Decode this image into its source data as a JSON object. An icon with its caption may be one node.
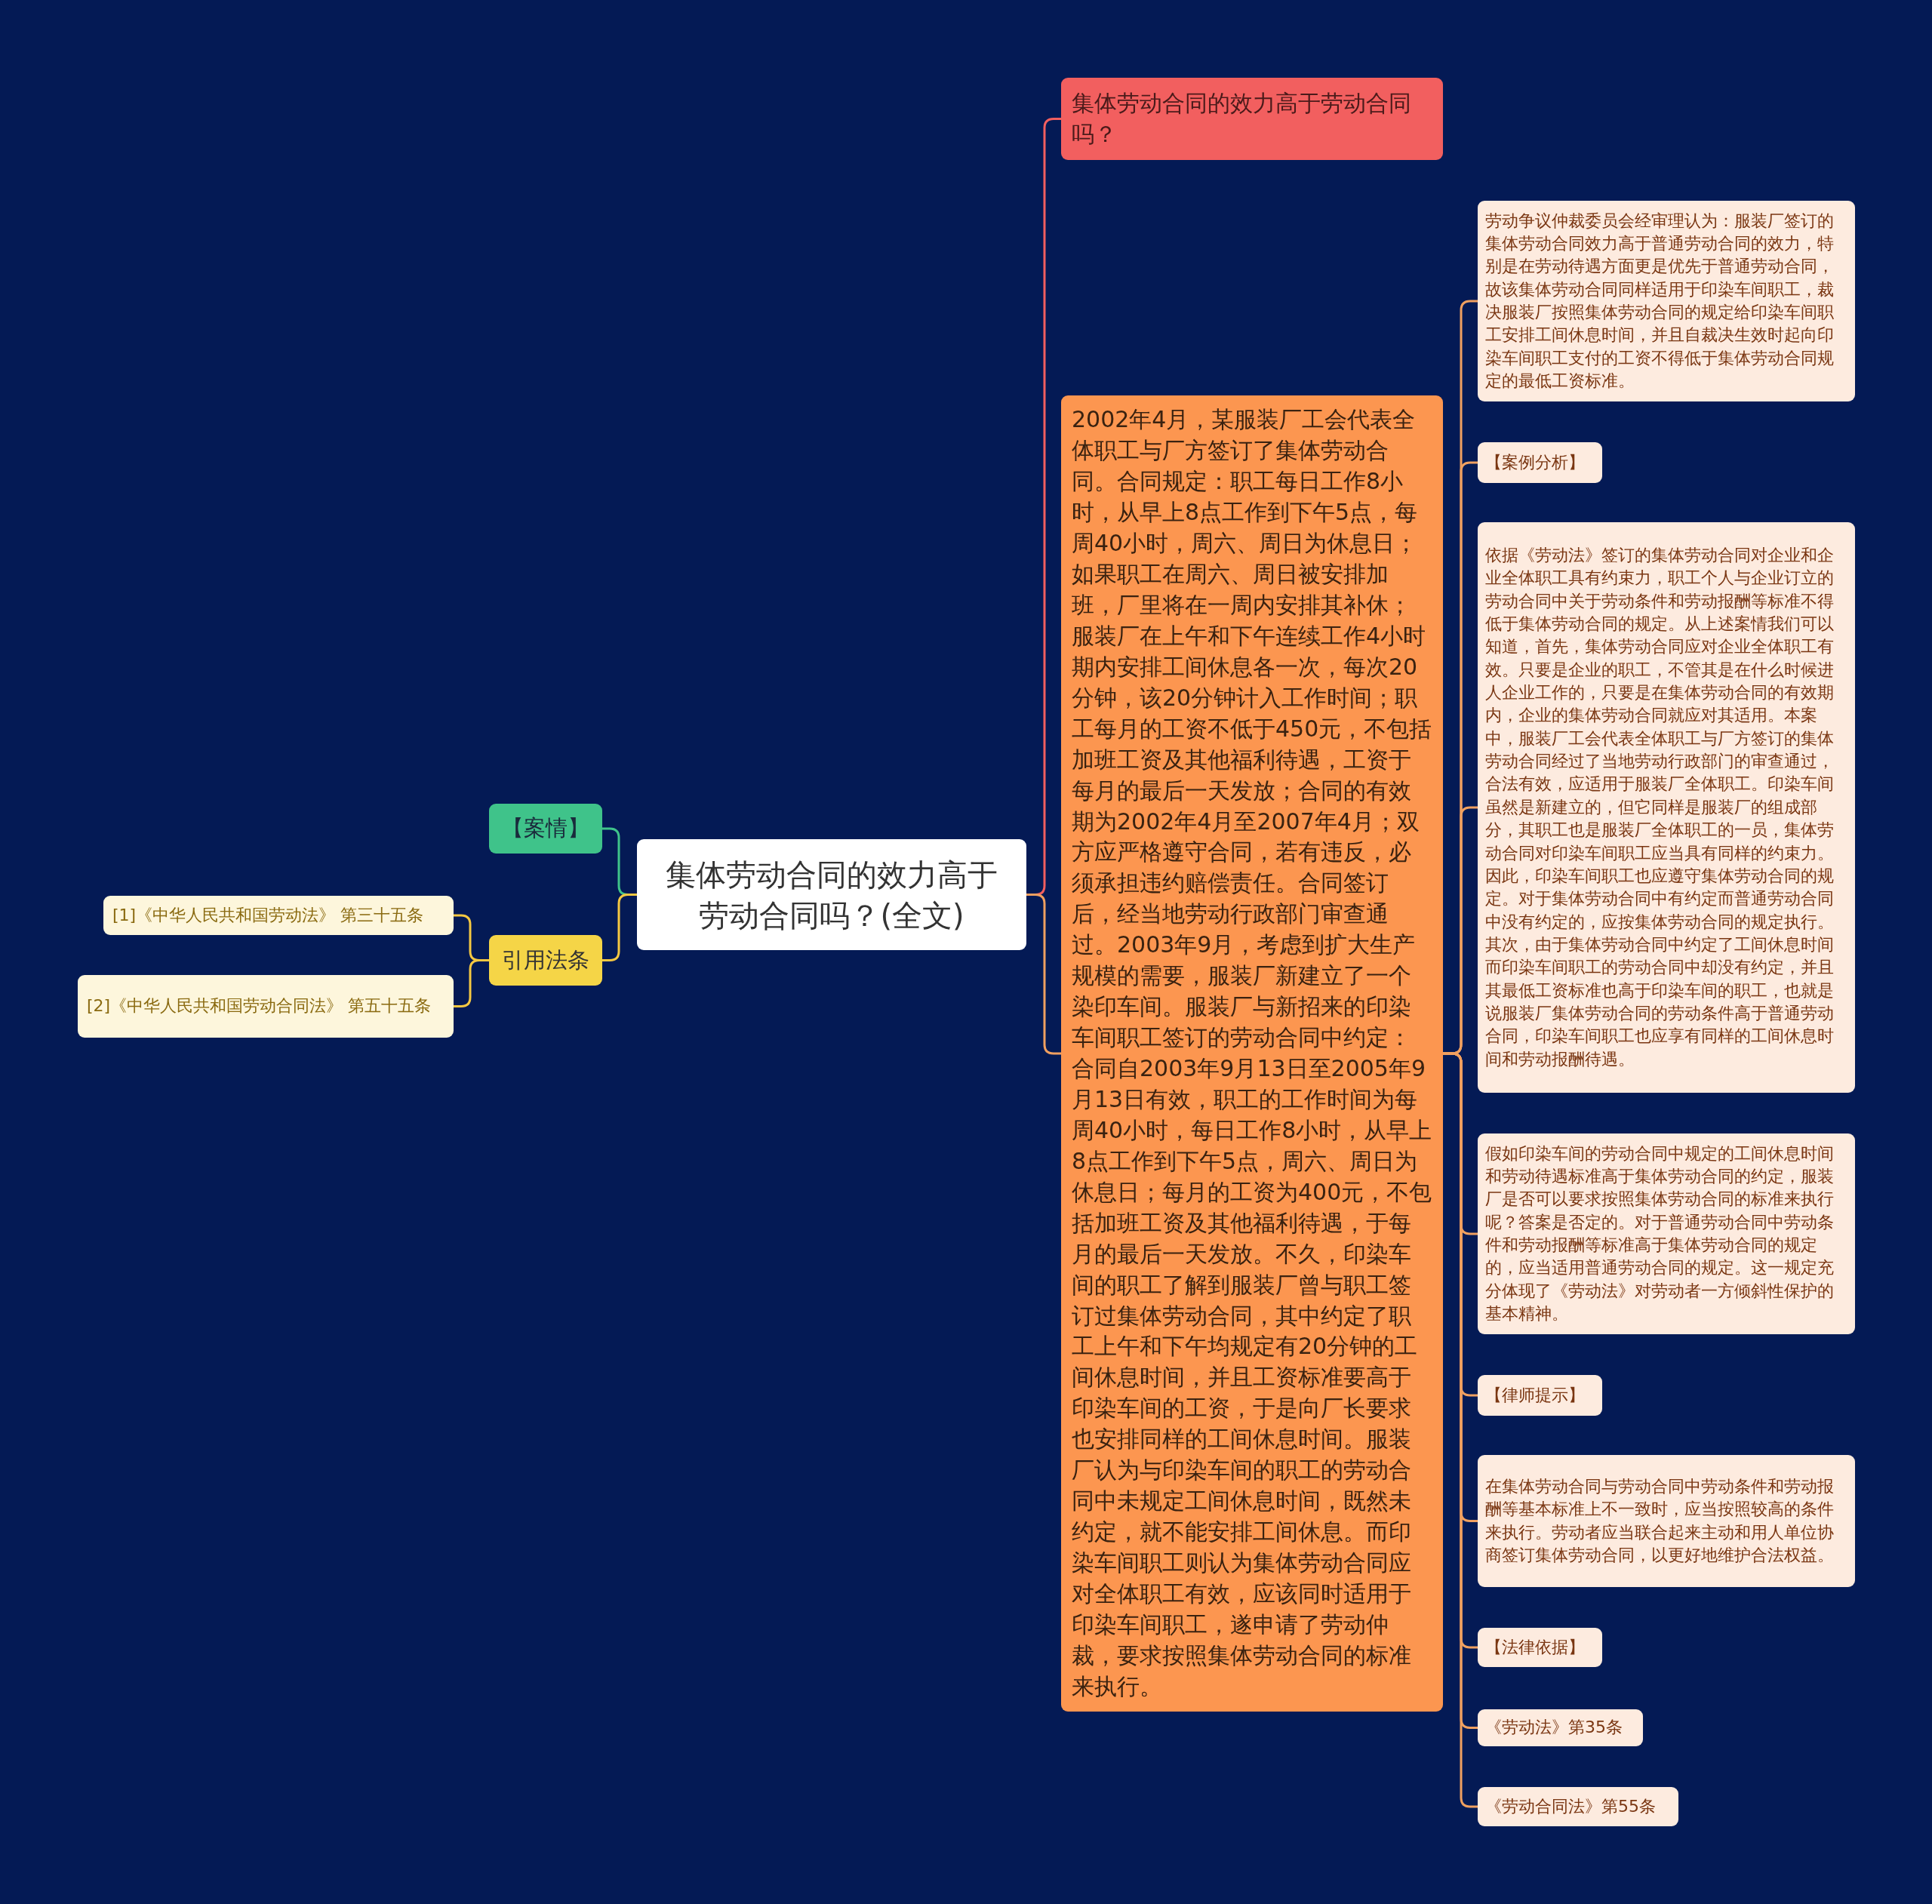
{
  "diagram": {
    "nodes": [
      {
        "text": [
          "集体劳动合同的效力高于劳动合同吗？(全文)"
        ]
      },
      {
        "text": [
          "【案情】"
        ]
      },
      {
        "text": [
          "引用法条"
        ]
      },
      {
        "text": [
          "[1]《中华人民共和国劳动法》 第三十五条"
        ]
      },
      {
        "text": [
          "[2]《中华人民共和国劳动合同法》 第五十五条"
        ]
      },
      {
        "text": [
          "集体劳动合同的效力高于劳动合同吗？"
        ]
      },
      {
        "text": [
          "2002年4月，某服装厂工会代表全体职工与厂方签订了集体劳动合同。合同规定：职工每日工作8小时，从早上8点工作到下午5点，每周40小时，周六、周日为休息日；如果职工在周六、周日被安排加班，厂里将在一周内安排其补休；服装厂在上午和下午连续工作4小时期内安排工间休息各一次，每次20分钟，该20分钟计入工作时间；职工每月的工资不低于450元，不包括加班工资及其他福利待遇，工资于每月的最后一天发放；合同的有效期为2002年4月至2007年4月；双方应严格遵守合同，若有违反，必须承担违约赔偿责任。合同签订后，经当地劳动行政部门审查通过。2003年9月，考虑到扩大生产规模的需要，服装厂新建立了一个染印车间。服装厂与新招来的印染车间职工签订的劳动合同中约定：合同自2003年9月13日至2005年9月13日有效，职工的工作时间为每周40小时，每日工作8小时，从早上8点工作到下午5点，周六、周日为休息日；每月的工资为400元，不包括加班工资及其他福利待遇，于每月的最后一天发放。不久，印染车间的职工了解到服装厂曾与职工签订过集体劳动合同，其中约定了职工上午和下午均规定有20分钟的工间休息时间，并且工资标准要高于印染车间的工资，于是向厂长要求也安排同样的工间休息时间。服装厂认为与印染车间的职工的劳动合同中未规定工间休息时间，既然未约定，就不能安排工间休息。而印染车间职工则认为集体劳动合同应对全体职工有效，应该同时适用于印染车间职工，遂申请了劳动仲裁，要求按照集体劳动合同的标准来执行。"
        ]
      },
      {
        "text": [
          "劳动争议仲裁委员会经审理认为：服装厂签订的集体劳动合同效力高于普通劳动合同的效力，特别是在劳动待遇方面更是优先于普通劳动合同，故该集体劳动合同同样适用于印染车间职工，裁决服装厂按照集体劳动合同的规定给印染车间职工安排工间休息时间，并且自裁决生效时起向印染车间职工支付的工资不得低于集体劳动合同规定的最低工资标准。"
        ]
      },
      {
        "text": [
          "【案例分析】"
        ]
      },
      {
        "text": [
          "依据《劳动法》签订的集体劳动合同对企业和企业全体职工具有约束力，职工个人与企业订立的劳动合同中关于劳动条件和劳动报酬等标准不得低于集体劳动合同的规定。从上述案情我们可以知道，首先，集体劳动合同应对企业全体职工有效。只要是企业的职工，不管其是在什么时候进人企业工作的，只要是在集体劳动合同的有效期内，企业的集体劳动合同就应对其适用。本案中，服装厂工会代表全体职工与厂方签订的集体劳动合同经过了当地劳动行政部门的审查通过，合法有效，应适用于服装厂全体职工。印染车间虽然是新建立的，但它同样是服装厂的组成部分，其职工也是服装厂全体职工的一员，集体劳动合同对印染车间职工应当具有同样的约束力。因此，印染车间职工也应遵守集体劳动合同的规定。对于集体劳动合同中有约定而普通劳动合同中没有约定的，应按集体劳动合同的规定执行。其次，由于集体劳动合同中约定了工间休息时间而印染车间职工的劳动合同中却没有约定，并且其最低工资标准也高于印染车间的职工，也就是说服装厂集体劳动合同的劳动条件高于普通劳动合同，印染车间职工也应享有同样的工间休息时间和劳动报酬待遇。"
        ]
      },
      {
        "text": [
          "假如印染车间的劳动合同中规定的工间休息时间和劳动待遇标准高于集体劳动合同的约定，服装厂是否可以要求按照集体劳动合同的标准来执行呢？答案是否定的。对于普通劳动合同中劳动条件和劳动报酬等标准高于集体劳动合同的规定的，应当适用普通劳动合同的规定。这一规定充分体现了《劳动法》对劳动者一方倾斜性保护的基本精神。"
        ]
      },
      {
        "text": [
          "【律师提示】"
        ]
      },
      {
        "text": [
          "在集体劳动合同与劳动合同中劳动条件和劳动报酬等基本标准上不一致时，应当按照较高的条件来执行。劳动者应当联合起来主动和用人单位协商签订集体劳动合同，以更好地维护合法权益。"
        ]
      },
      {
        "text": [
          "【法律依据】"
        ]
      },
      {
        "text": [
          "《劳动法》第35条"
        ]
      },
      {
        "text": [
          "《劳动合同法》第55条"
        ]
      }
    ],
    "edges": [
      {
        "from": 0,
        "to": 1,
        "arrow": "none",
        "color": "#3fc38a"
      },
      {
        "from": 0,
        "to": 2,
        "arrow": "none",
        "color": "#f5c842"
      },
      {
        "from": 2,
        "to": 3,
        "arrow": "none",
        "color": "#f5c842"
      },
      {
        "from": 2,
        "to": 4,
        "arrow": "none",
        "color": "#f5c842"
      },
      {
        "from": 0,
        "to": 5,
        "arrow": "none",
        "color": "#f25f5f"
      },
      {
        "from": 0,
        "to": 6,
        "arrow": "none"
      },
      {
        "from": 6,
        "to": 7,
        "arrow": "none"
      },
      {
        "from": 6,
        "to": 8,
        "arrow": "none"
      },
      {
        "from": 6,
        "to": 9,
        "arrow": "none"
      },
      {
        "from": 6,
        "to": 10,
        "arrow": "none"
      },
      {
        "from": 6,
        "to": 11,
        "arrow": "none"
      },
      {
        "from": 6,
        "to": 12,
        "arrow": "none"
      },
      {
        "from": 6,
        "to": 13,
        "arrow": "none"
      },
      {
        "from": 6,
        "to": 14,
        "arrow": "none"
      },
      {
        "from": 6,
        "to": 15,
        "arrow": "none"
      }
    ]
  }
}
